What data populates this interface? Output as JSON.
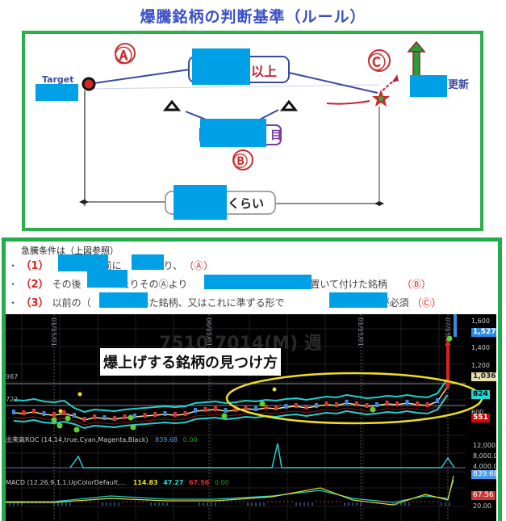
{
  "header": {
    "title": "爆騰銘柄の判断基準（ルール）"
  },
  "diagram": {
    "target_label": "Target",
    "circle_a": "Ⓐ",
    "circle_b": "Ⓑ",
    "circle_c": "Ⓒ",
    "box_top_suffix": "以上",
    "box_middle_suffix": "目",
    "box_bottom_suffix": "くらい",
    "right_suffix": "更新"
  },
  "conditions": {
    "heading": "急騰条件は（上図参照）",
    "items": [
      {
        "bullet": "・",
        "num": "（1）",
        "parts": [
          "",
          "前に",
          "取り、"
        ],
        "mark": "（Ⓐ）"
      },
      {
        "bullet": "・",
        "num": "（2）",
        "parts": [
          "その後",
          "ったりそのⒶより",
          "の間隔を置いて付けた銘柄"
        ],
        "mark": "（Ⓑ）"
      },
      {
        "bullet": "・",
        "num": "（3）",
        "parts": [
          "以前の（",
          "抜いた銘柄、又はこれに準ずる形で",
          "取ることが必須"
        ],
        "mark": "（Ⓒ）"
      }
    ]
  },
  "chart": {
    "overlay_title": "爆上げする銘柄の見つけ方",
    "watermark": "7510 7014(M) 週",
    "date_labels": [
      "01/15/01",
      "06/15/01",
      "01/15/01",
      "07/15/01"
    ],
    "price_axis": [
      "1,600",
      "1,400",
      "1,200",
      "600"
    ],
    "price_badges": {
      "high": "1,527",
      "mid": "1,036",
      "cur": "824",
      "low": "551"
    },
    "left_levels": [
      "987",
      "722"
    ],
    "roc_label": "出来高ROC (14,14,true,Cyan,Magenta,Black)",
    "roc_values": [
      "839.68",
      "0.00"
    ],
    "roc_axis": [
      "12,000.",
      "8,000.0",
      "4,000.0"
    ],
    "roc_badge": "839.68",
    "macd_label": "MACD (12,26,9,1,1,UpColorDefault,...",
    "macd_values": [
      "114.83",
      "47.27",
      "67.56",
      "0.00"
    ],
    "macd_axis": [
      "20.00"
    ],
    "macd_badge": "67.56",
    "colors": {
      "green_frame": "#22ad4a",
      "redact": "#00a0e6",
      "accent_red": "#e02020"
    }
  }
}
